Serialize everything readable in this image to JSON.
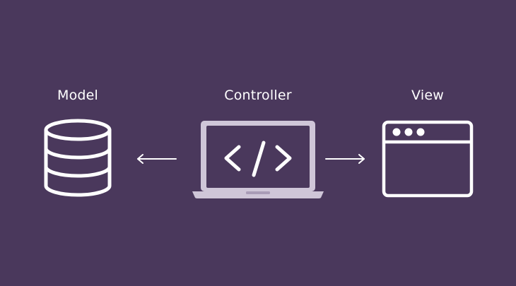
{
  "diagram": {
    "nodes": [
      {
        "id": "model",
        "label": "Model",
        "icon": "database-icon"
      },
      {
        "id": "controller",
        "label": "Controller",
        "icon": "laptop-code-icon"
      },
      {
        "id": "view",
        "label": "View",
        "icon": "browser-window-icon"
      }
    ],
    "edges": [
      {
        "from": "controller",
        "to": "model",
        "direction": "left"
      },
      {
        "from": "controller",
        "to": "view",
        "direction": "right"
      }
    ]
  },
  "colors": {
    "background": "#4a385c",
    "foreground": "#ffffff",
    "laptop_fill": "#cfc6d8"
  }
}
